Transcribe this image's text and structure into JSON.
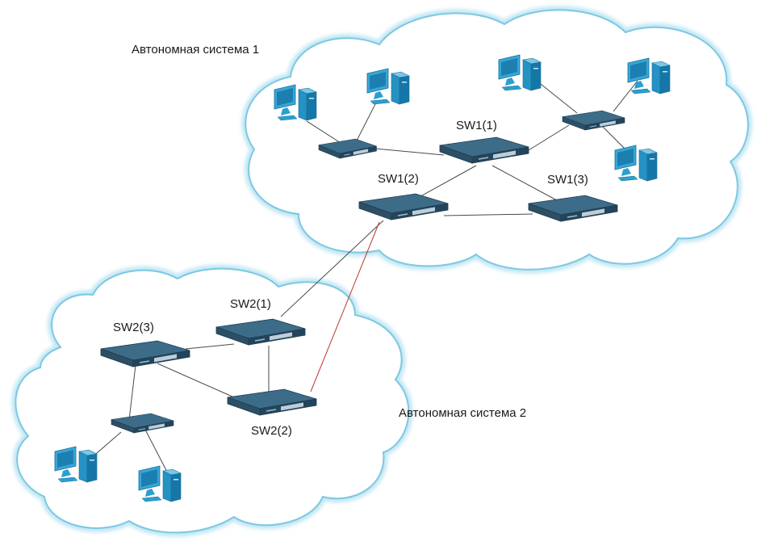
{
  "diagram": {
    "as1": {
      "title": "Автономная система 1"
    },
    "as2": {
      "title": "Автономная система 2"
    },
    "switches": {
      "sw1_1": "SW1(1)",
      "sw1_2": "SW1(2)",
      "sw1_3": "SW1(3)",
      "sw2_1": "SW2(1)",
      "sw2_2": "SW2(2)",
      "sw2_3": "SW2(3)"
    },
    "colors": {
      "cloud_fill": "#ffffff",
      "cloud_outline": "#8fd3ea",
      "switch_top": "#3f6f8c",
      "switch_front": "#2b4e66",
      "link": "#4a4a4a",
      "inter_as_red_link": "#c0392b",
      "computer": "#2a9fd0"
    },
    "icons": [
      "cloud-shape",
      "switch-icon",
      "computer-icon"
    ]
  }
}
